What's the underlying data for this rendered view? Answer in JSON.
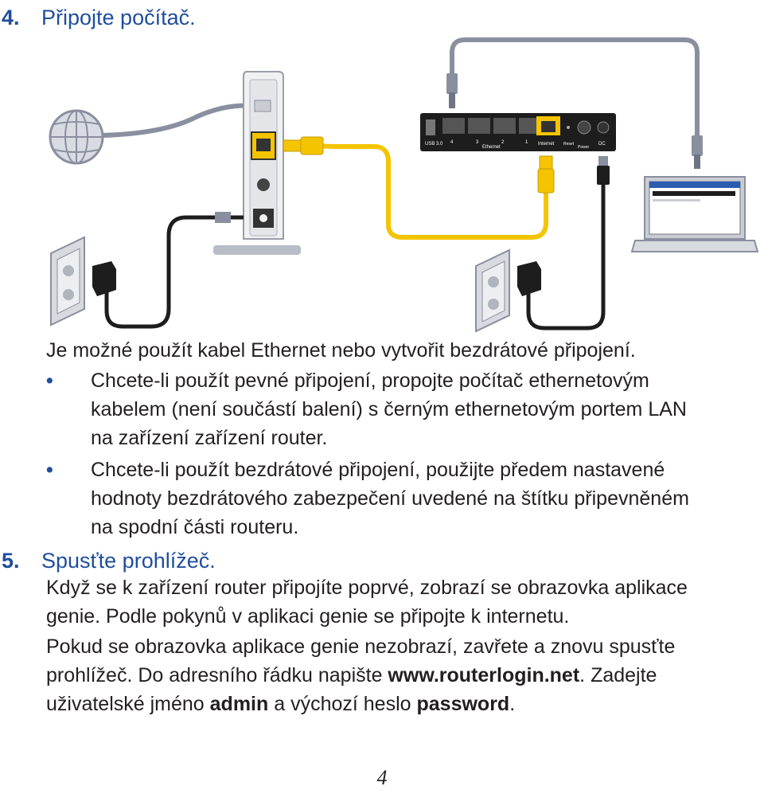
{
  "step4": {
    "number": "4.",
    "title": "Připojte počítač."
  },
  "diagram": {
    "port_labels": {
      "usb": "USB 3.0",
      "lan4": "4",
      "lan3": "3",
      "lan2": "2",
      "lan1": "1",
      "ethernet": "Ethernet",
      "internet": "Internet",
      "reset": "Reset",
      "power": "Power",
      "dc": "DC"
    }
  },
  "intro": "Je možné použít kabel Ethernet nebo vytvořit bezdrátové připojení.",
  "bullets": [
    {
      "marker": "•",
      "lines": [
        "Chcete-li použít pevné připojení, propojte počítač ethernetovým",
        "kabelem (není součástí balení) s černým ethernetovým portem LAN",
        "na zařízení zařízení router."
      ]
    },
    {
      "marker": "•",
      "lines": [
        "Chcete-li použít bezdrátové připojení, použijte předem nastavené",
        "hodnoty bezdrátového zabezpečení uvedené na štítku připevněném",
        "na spodní části routeru."
      ]
    }
  ],
  "step5": {
    "number": "5.",
    "title": "Spusťte prohlížeč."
  },
  "p1": [
    "Když se k zařízení router připojíte poprvé, zobrazí se obrazovka aplikace",
    "genie. Podle pokynů v aplikaci genie se připojte k internetu."
  ],
  "p2": {
    "line1": "Pokud se obrazovka aplikace genie nezobrazí, zavřete a znovu spusťte",
    "line2_pre": "prohlížeč. Do adresního řádku napište ",
    "url": "www.routerlogin.net",
    "line2_post": ". Zadejte",
    "line3_pre": "uživatelské jméno ",
    "username": "admin",
    "line3_mid": " a výchozí heslo ",
    "password": "password",
    "line3_post": "."
  },
  "page_number": "4",
  "colors": {
    "heading_blue": "#1f4e9c",
    "cable_yellow": "#f5c400",
    "cable_gray": "#8a8fa0",
    "router_black": "#1d1d1d"
  }
}
